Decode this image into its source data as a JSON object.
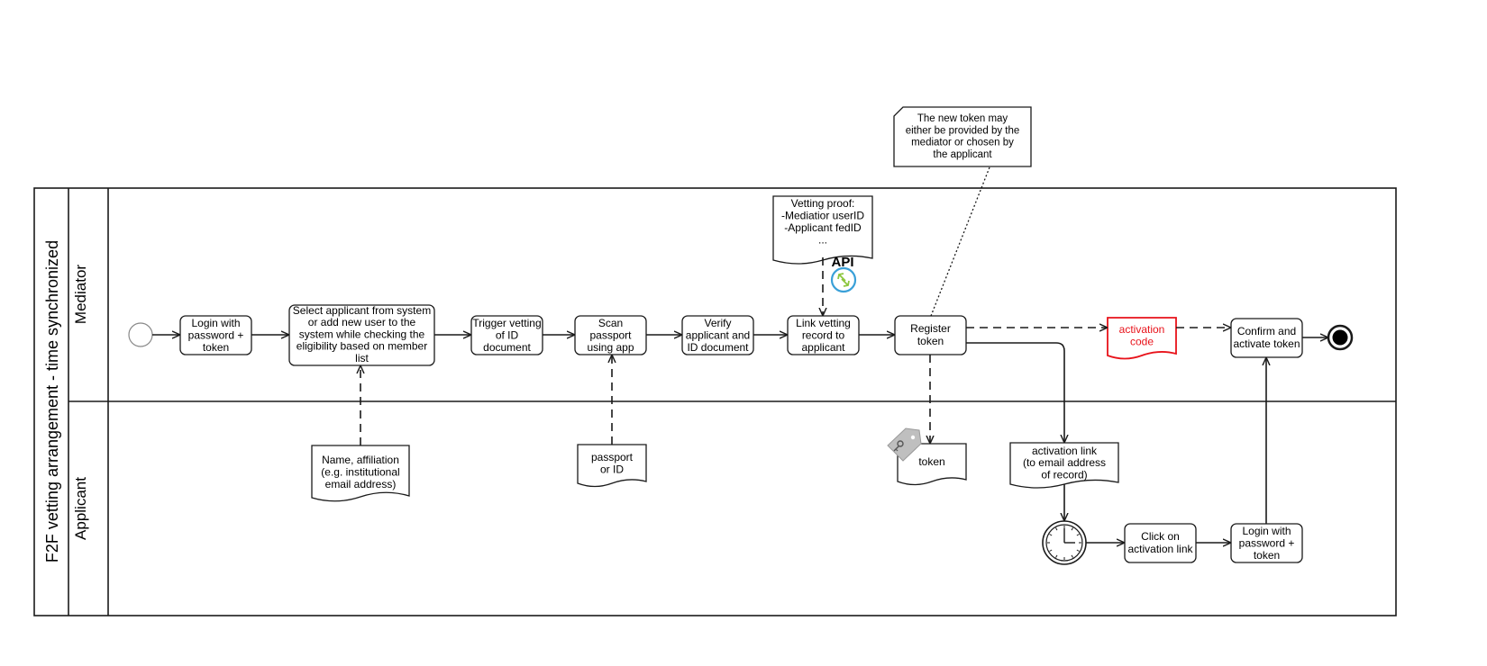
{
  "pool": {
    "title": "F2F vetting arrangement  - time synchronized",
    "lanes": [
      "Mediator",
      "Applicant"
    ]
  },
  "tasks": {
    "login_mediator": [
      "Login with",
      "password +",
      "token"
    ],
    "select_applicant": [
      "Select applicant from system",
      "or add new user to the",
      "system while checking the",
      "eligibility based on member",
      "list"
    ],
    "trigger_vetting": [
      "Trigger vetting",
      "of  ID",
      "document"
    ],
    "scan_passport": [
      "Scan",
      "passport",
      "using app"
    ],
    "verify": [
      "Verify",
      "applicant and",
      "ID document"
    ],
    "link_vetting": [
      "Link vetting",
      "record to",
      "applicant"
    ],
    "register_token": [
      "Register",
      "token"
    ],
    "confirm_activate": [
      "Confirm and",
      "activate token"
    ],
    "click_link": [
      "Click on",
      "activation link"
    ],
    "login_applicant": [
      "Login with",
      "password +",
      "token"
    ]
  },
  "documents": {
    "name_affiliation": [
      "Name, affiliation",
      "(e.g. institutional",
      "email address)"
    ],
    "passport_id": [
      "passport",
      "or ID"
    ],
    "vetting_proof": [
      "Vetting proof:",
      "-Mediatior userID",
      "-Applicant fedID",
      "..."
    ],
    "token": [
      "token"
    ],
    "activation_link": [
      "activation link",
      "(to email address",
      "of record)"
    ],
    "activation_code": [
      "activation",
      "code"
    ]
  },
  "annotation": [
    "The new token may",
    "either be provided by the",
    "mediator or chosen by",
    "the applicant"
  ],
  "api_label": "API",
  "colors": {
    "stroke": "#1a1a1a",
    "highlight": "#e8121a",
    "api_icon": "#3aa0d8",
    "api_arrows": "#8dc63f",
    "token_tag": "#bfbfbf"
  },
  "icons": [
    "api-icon",
    "token-tag-icon",
    "timer-icon"
  ]
}
